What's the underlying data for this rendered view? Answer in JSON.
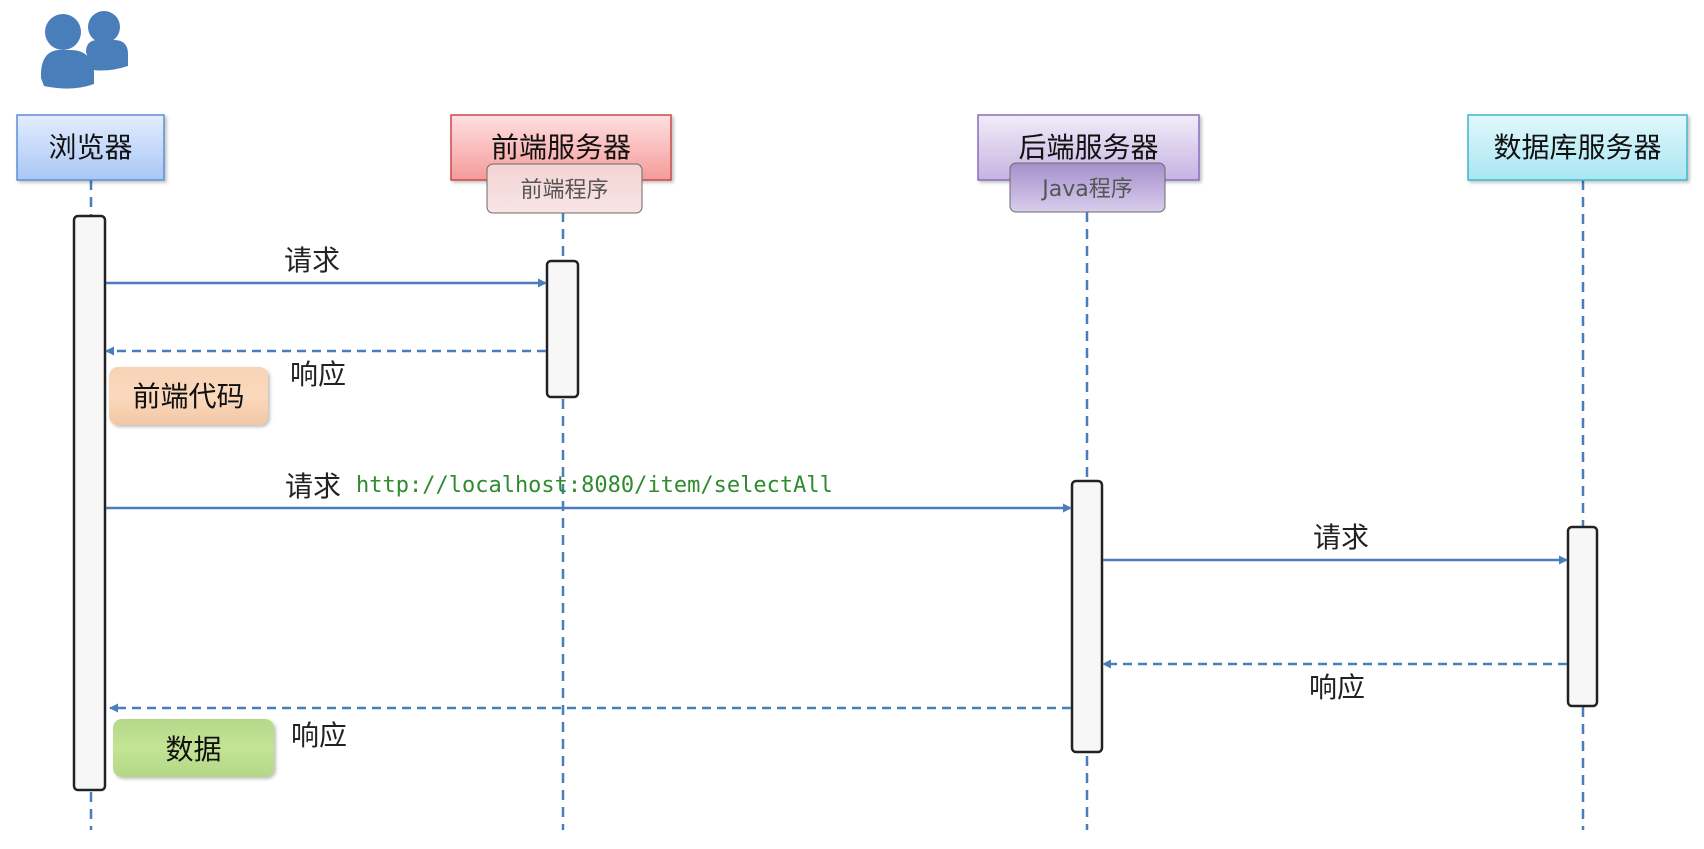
{
  "participants": [
    {
      "id": "browser",
      "label": "浏览器"
    },
    {
      "id": "frontend",
      "label": "前端服务器",
      "sublabel": "前端程序"
    },
    {
      "id": "backend",
      "label": "后端服务器",
      "sublabel": "Java程序"
    },
    {
      "id": "database",
      "label": "数据库服务器"
    }
  ],
  "messages": [
    {
      "id": "req1",
      "from": "browser",
      "to": "frontend",
      "label": "请求",
      "kind": "request"
    },
    {
      "id": "resp1",
      "from": "frontend",
      "to": "browser",
      "label": "响应",
      "kind": "response"
    },
    {
      "id": "req2",
      "from": "browser",
      "to": "backend",
      "label": "请求",
      "url": "http://localhost:8080/item/selectAll",
      "kind": "request"
    },
    {
      "id": "req3",
      "from": "backend",
      "to": "database",
      "label": "请求",
      "kind": "request"
    },
    {
      "id": "resp3",
      "from": "database",
      "to": "backend",
      "label": "响应",
      "kind": "response"
    },
    {
      "id": "resp2",
      "from": "backend",
      "to": "browser",
      "label": "响应",
      "kind": "response"
    }
  ],
  "notes": [
    {
      "id": "frontend-code",
      "label": "前端代码"
    },
    {
      "id": "data",
      "label": "数据"
    }
  ],
  "icons": {
    "users": "users-icon"
  },
  "colors": {
    "lifeline": "#4a7ebb",
    "arrow": "#4a7ebb",
    "url": "#2e8b2e",
    "activation_fill": "#f7f7f7",
    "activation_stroke": "#222222"
  }
}
